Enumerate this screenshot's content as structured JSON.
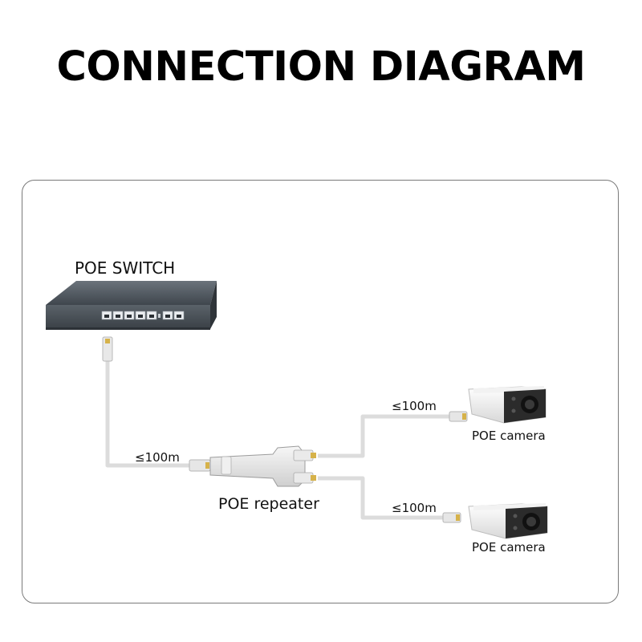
{
  "title": "CONNECTION DIAGRAM",
  "nodes": {
    "switch": "POE SWITCH",
    "repeater": "POE repeater",
    "camera_1": "POE camera",
    "camera_2": "POE camera"
  },
  "links": [
    {
      "from": "switch",
      "to": "repeater",
      "distance": "≤100m"
    },
    {
      "from": "repeater",
      "to": "camera_1",
      "distance": "≤100m"
    },
    {
      "from": "repeater",
      "to": "camera_2",
      "distance": "≤100m"
    }
  ],
  "colors": {
    "cable": "#d9d9d9",
    "switch_body": "#4a5158",
    "frame": "#7a7a7a"
  }
}
